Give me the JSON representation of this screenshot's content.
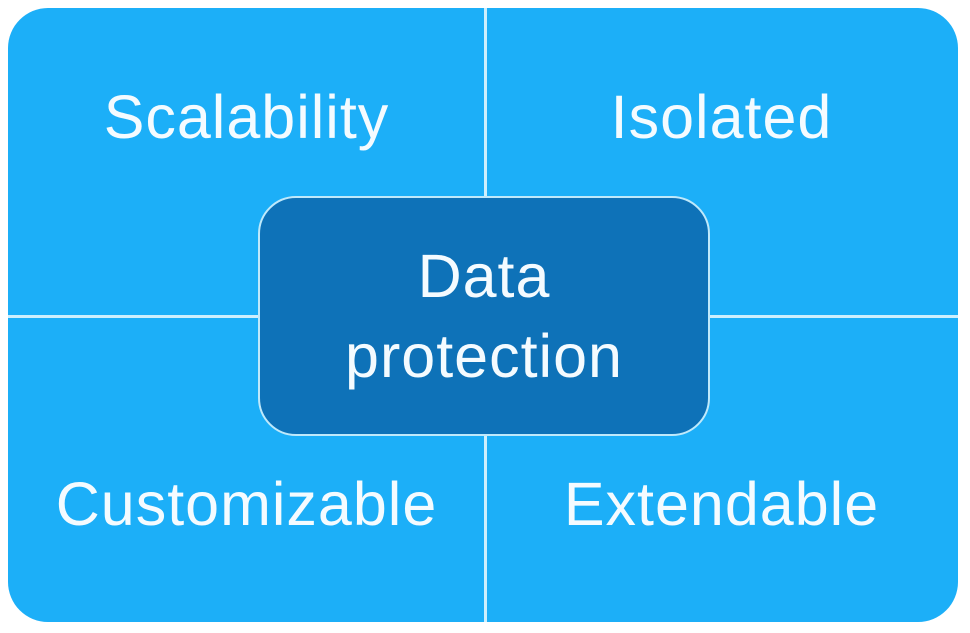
{
  "diagram": {
    "type": "quadrant-smartart",
    "colors": {
      "page_background": "#ffffff",
      "panel_fill": "#1caff8",
      "divider_line": "#cdeffd",
      "center_box_fill": "#0e72b8",
      "center_box_border": "#bfe9fb",
      "label_text": "#f4fbff"
    },
    "quadrants": [
      {
        "position": "top-left",
        "label": "Scalability"
      },
      {
        "position": "top-right",
        "label": "Isolated"
      },
      {
        "position": "bottom-left",
        "label": "Customizable"
      },
      {
        "position": "bottom-right",
        "label": "Extendable"
      }
    ],
    "center": {
      "label": "Data protection"
    }
  }
}
